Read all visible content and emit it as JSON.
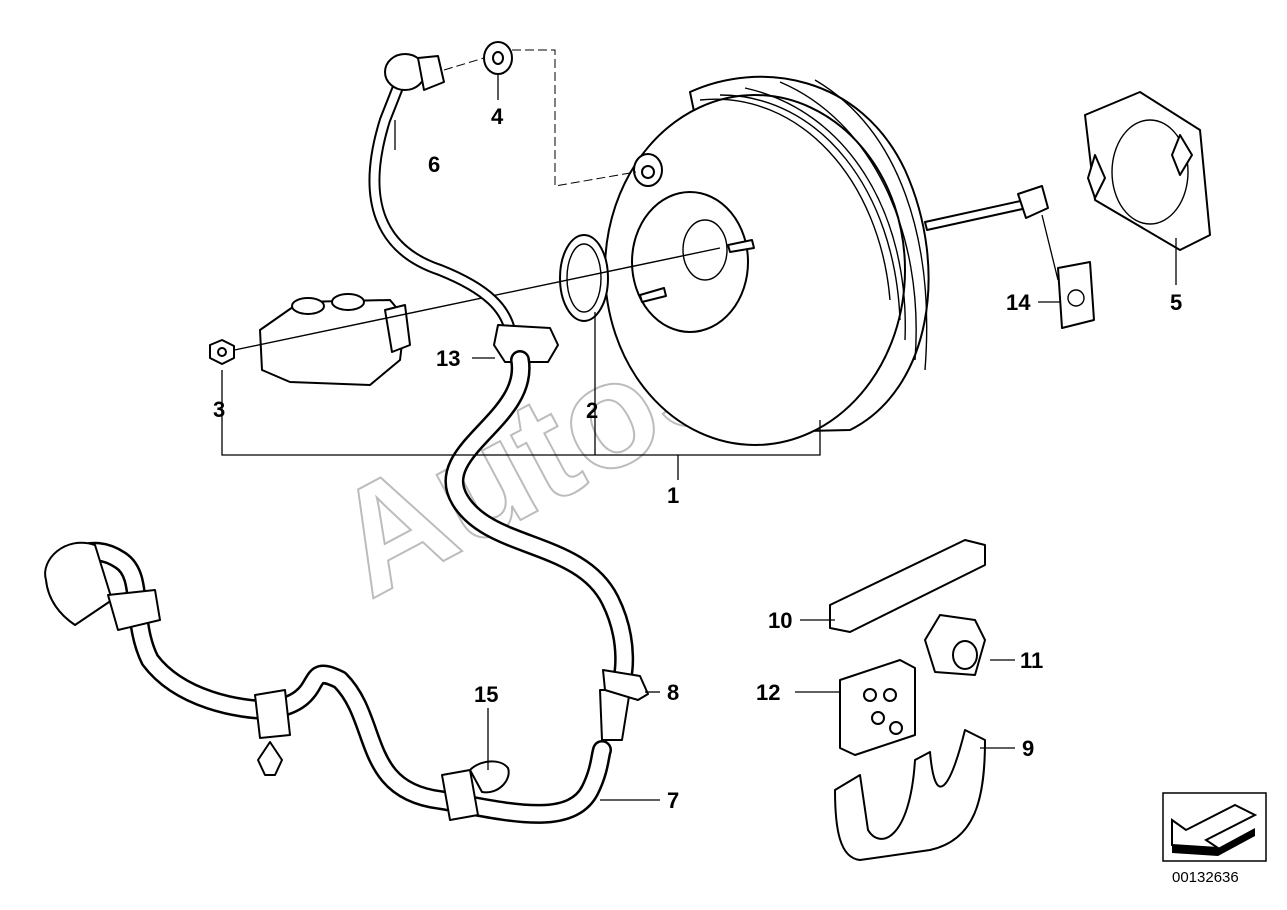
{
  "watermark": "AutoSoft",
  "diagram_number": "00132636",
  "callouts": {
    "c1": "1",
    "c2": "2",
    "c3": "3",
    "c4": "4",
    "c5": "5",
    "c6": "6",
    "c7": "7",
    "c8": "8",
    "c9": "9",
    "c10": "10",
    "c11": "11",
    "c12": "12",
    "c13": "13",
    "c14": "14",
    "c15": "15"
  },
  "icons": {
    "orientation": "direction-arrow-icon"
  }
}
